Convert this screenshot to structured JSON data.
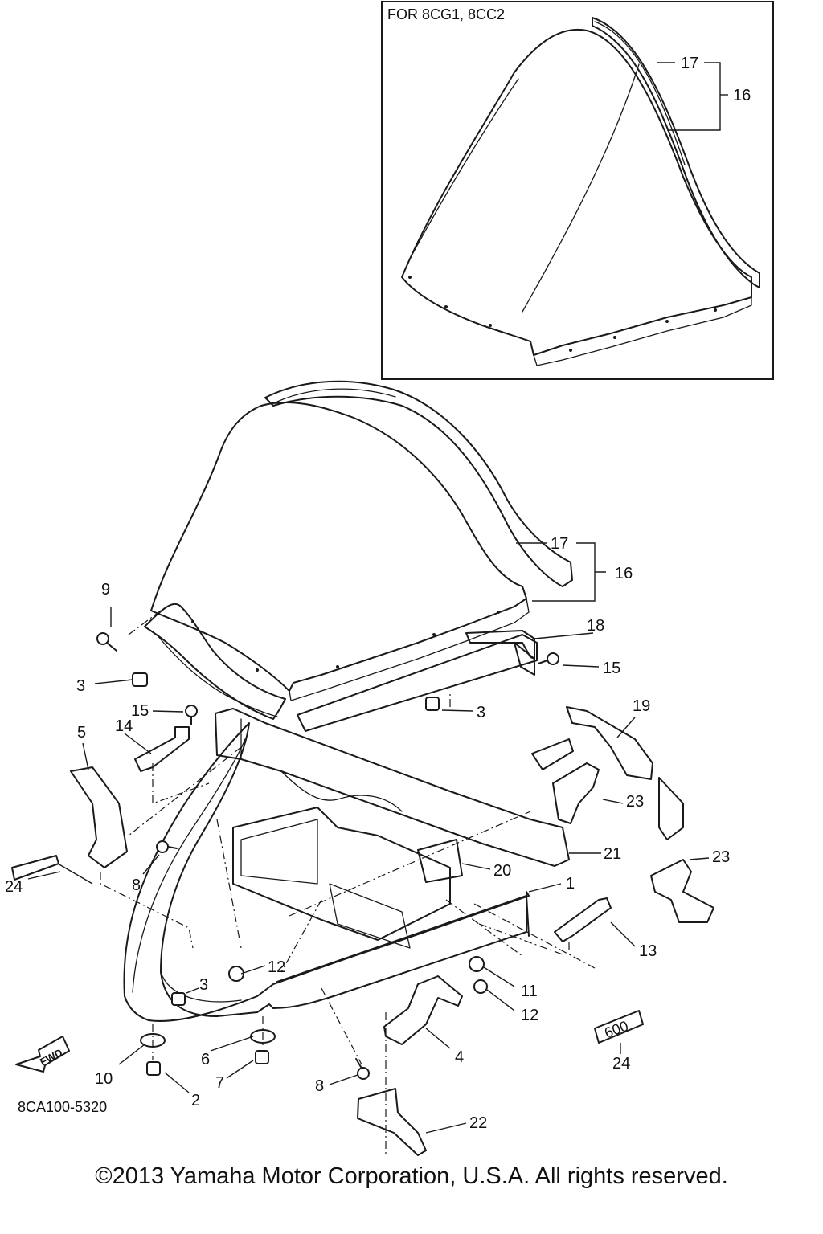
{
  "inset": {
    "title": "FOR 8CG1, 8CC2",
    "callouts": [
      "17",
      "16"
    ]
  },
  "callouts": [
    {
      "id": "c17",
      "text": "17"
    },
    {
      "id": "c16",
      "text": "16"
    },
    {
      "id": "c9",
      "text": "9"
    },
    {
      "id": "c18",
      "text": "18"
    },
    {
      "id": "c15a",
      "text": "15"
    },
    {
      "id": "c3a",
      "text": "3"
    },
    {
      "id": "c3b",
      "text": "3"
    },
    {
      "id": "c15b",
      "text": "15"
    },
    {
      "id": "c19",
      "text": "19"
    },
    {
      "id": "c5",
      "text": "5"
    },
    {
      "id": "c14",
      "text": "14"
    },
    {
      "id": "c23a",
      "text": "23"
    },
    {
      "id": "c21",
      "text": "21"
    },
    {
      "id": "c23b",
      "text": "23"
    },
    {
      "id": "c20",
      "text": "20"
    },
    {
      "id": "c24a",
      "text": "24"
    },
    {
      "id": "c8a",
      "text": "8"
    },
    {
      "id": "c1",
      "text": "1"
    },
    {
      "id": "c13",
      "text": "13"
    },
    {
      "id": "c12a",
      "text": "12"
    },
    {
      "id": "c3c",
      "text": "3"
    },
    {
      "id": "c11",
      "text": "11"
    },
    {
      "id": "c12b",
      "text": "12"
    },
    {
      "id": "c4",
      "text": "4"
    },
    {
      "id": "c24b",
      "text": "24"
    },
    {
      "id": "c6",
      "text": "6"
    },
    {
      "id": "c10",
      "text": "10"
    },
    {
      "id": "c7",
      "text": "7"
    },
    {
      "id": "c2",
      "text": "2"
    },
    {
      "id": "c8b",
      "text": "8"
    },
    {
      "id": "c22",
      "text": "22"
    }
  ],
  "fwd_label": "FWD",
  "emblem_text": "600",
  "diagram_code": "8CA100-5320",
  "copyright": "©2013 Yamaha Motor Corporation, U.S.A. All rights reserved."
}
